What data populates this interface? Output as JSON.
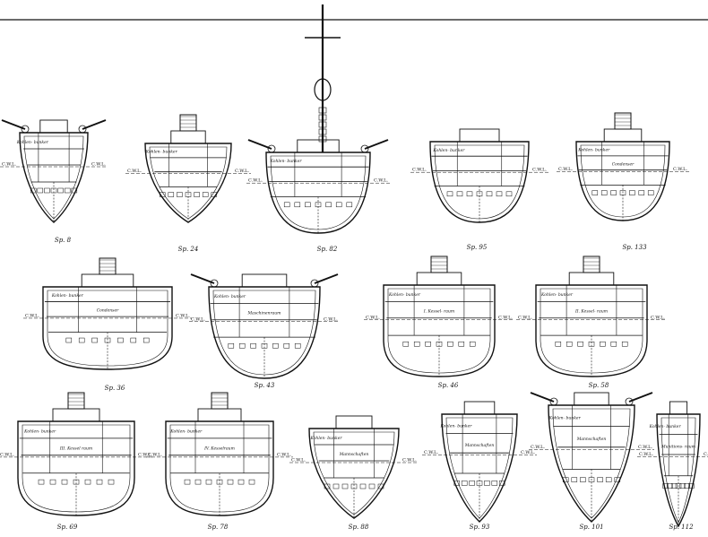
{
  "title": "",
  "section_labels": [
    "Sp. 8",
    "Sp. 24",
    "Sp. 82",
    "Sp. 95",
    "Sp. 133",
    "Sp. 36",
    "Sp. 43",
    "Sp. 46",
    "Sp. 58",
    "Sp. 69",
    "Sp. 78",
    "Sp. 88",
    "Sp. 93",
    "Sp. 101",
    "Sp. 112"
  ],
  "waterline_label": "C.W.L.",
  "room_labels": {
    "boiler_1": "I. Kessel- raum",
    "boiler_2": "II. Kessel- raum",
    "boiler_3": "III. Kessel raum",
    "boiler_4": "IV. Kesselraum",
    "coal": "Kohlen- bunker",
    "condenser": "Condenser",
    "engine": "Maschinenraum",
    "crew": "Mannschaften",
    "magazine": "Munitions- raum"
  },
  "colors": {
    "ink": "#111111",
    "paper": "#ffffff"
  }
}
